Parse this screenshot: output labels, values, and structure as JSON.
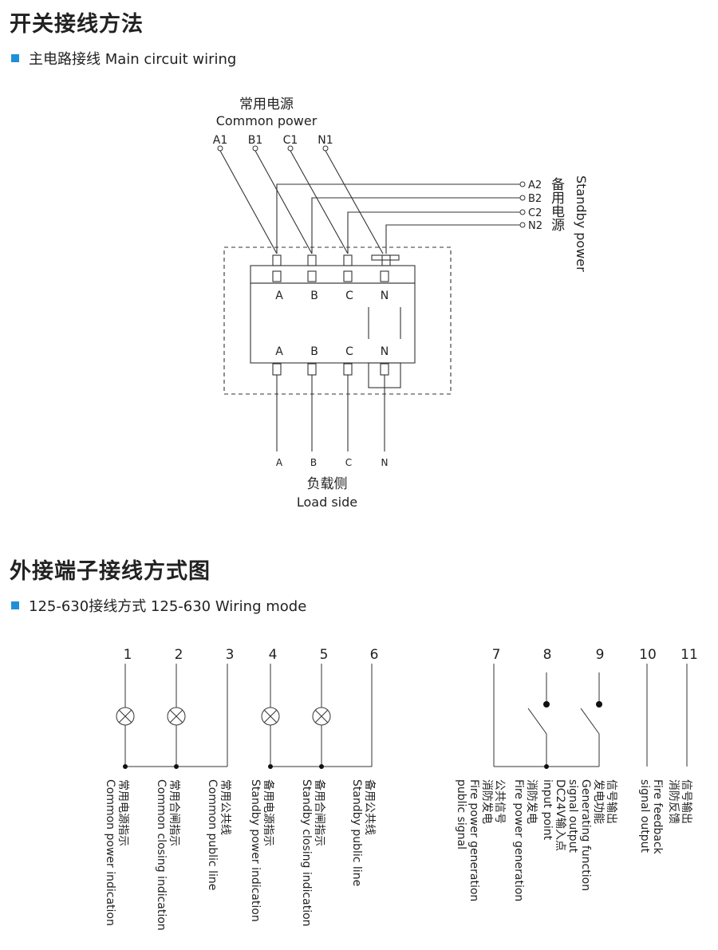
{
  "section1": {
    "title": "开关接线方法",
    "subtitle": "主电路接线 Main circuit wiring"
  },
  "main_diagram": {
    "common_power_cn": "常用电源",
    "common_power_en": "Common power",
    "common_terminals": [
      "A1",
      "B1",
      "C1",
      "N1"
    ],
    "standby_terminals": [
      "A2",
      "B2",
      "C2",
      "N2"
    ],
    "standby_power_cn": "备用电源",
    "standby_power_en": "Standby power",
    "phase_labels": [
      "A",
      "B",
      "C",
      "N"
    ],
    "load_labels": [
      "A",
      "B",
      "C",
      "N"
    ],
    "load_side_cn": "负载侧",
    "load_side_en": "Load side"
  },
  "section2": {
    "title": "外接端子接线方式图",
    "subtitle": "125-630接线方式 125-630 Wiring mode"
  },
  "terminals": [
    "1",
    "2",
    "3",
    "4",
    "5",
    "6",
    "7",
    "8",
    "9",
    "10",
    "11"
  ],
  "terminal_captions": [
    {
      "cn": "常用电源指示",
      "en": "Common power indication"
    },
    {
      "cn": "常用合闸指示",
      "en": "Common closing indication"
    },
    {
      "cn": "常用公共线",
      "en": "Common public line"
    },
    {
      "cn": "备用电源指示",
      "en": "Standby power indication"
    },
    {
      "cn": "备用合闸指示",
      "en": "Standby closing indication"
    },
    {
      "cn": "备用公共线",
      "en": "Standby public line"
    },
    {
      "cn": "消防发电",
      "en": "Fire power generation"
    },
    {
      "cn": "公共信号",
      "en": "public signal"
    },
    {
      "cn": "消防发电",
      "en": "Fire power generation"
    },
    {
      "cn": "DC24V输入点",
      "en": "input point"
    },
    {
      "cn": "发电功能",
      "en": "Generating function"
    },
    {
      "cn": "信号输出",
      "en": "signal output"
    },
    {
      "cn": "消防反馈",
      "en": "Fire feedback"
    },
    {
      "cn": "信号输出",
      "en": "signal output"
    }
  ]
}
